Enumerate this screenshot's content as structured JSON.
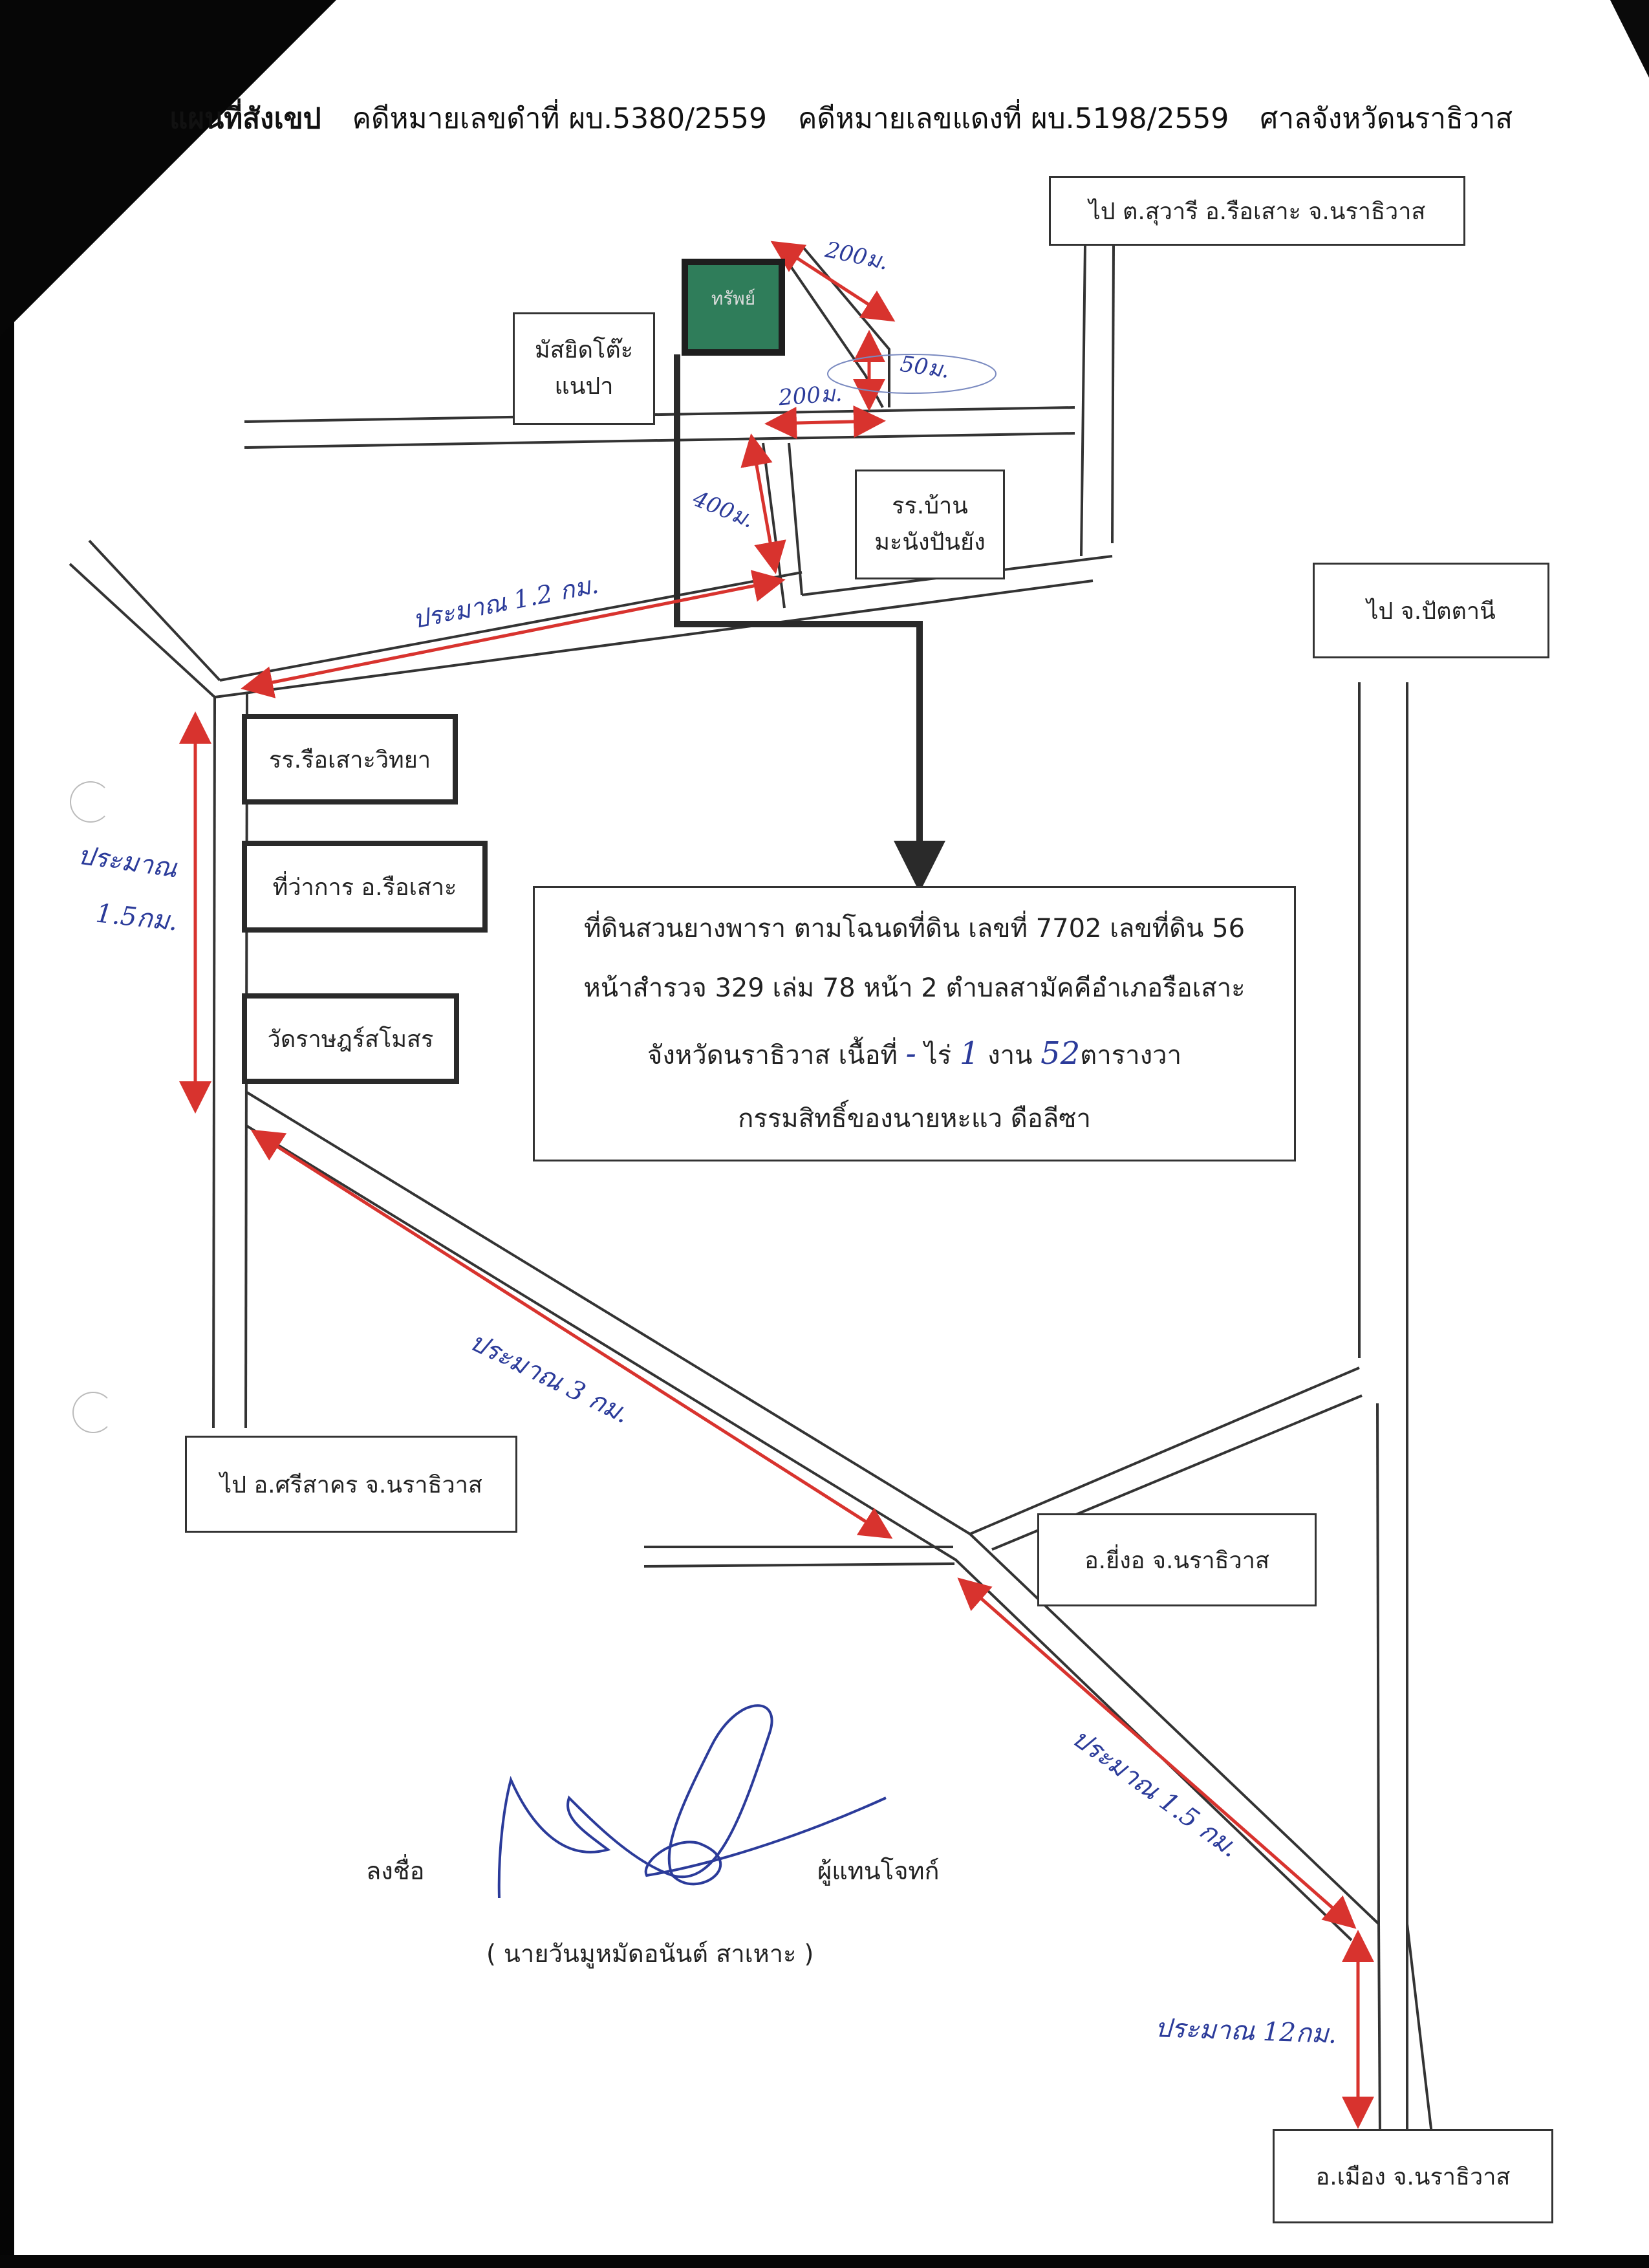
{
  "header": {
    "title": "แผนที่สังเขป",
    "black_case_no": "คดีหมายเลขดำที่ ผบ.5380/2559",
    "red_case_no": "คดีหมายเลขแดงที่ ผบ.5198/2559",
    "court": "ศาลจังหวัดนราธิวาส"
  },
  "destinations": {
    "top": "ไป ต.สุวารี อ.รือเสาะ จ.นราธิวาส",
    "right": "ไป จ.ปัตตานี",
    "left": "ไป อ.ศรีสาคร จ.นราธิวาส",
    "yingo": "อ.ยี่งอ จ.นราธิวาส",
    "mueang": "อ.เมือง จ.นราธิวาส"
  },
  "landmarks": {
    "mosque_line1": "มัสยิดโต๊ะ",
    "mosque_line2": "แนปา",
    "school_ban_line1": "รร.บ้าน",
    "school_ban_line2": "มะนังปันยัง",
    "school_rueso": "รร.รือเสาะวิทยา",
    "district_office": "ที่ว่าการ อ.รือเสาะ",
    "temple": "วัดราษฎร์สโมสร",
    "property": "ทรัพย์"
  },
  "deed": {
    "line1": "ที่ดินสวนยางพารา ตามโฉนดที่ดิน เลขที่ 7702 เลขที่ดิน 56",
    "line2": "หน้าสำรวจ 329 เล่ม 78 หน้า 2 ตำบลสามัคคีอำเภอรือเสาะ",
    "line3_prefix": "จังหวัดนราธิวาส",
    "area_label": "เนื้อที่",
    "rai_value": "-",
    "rai_label": "ไร่",
    "ngan_value": "1",
    "ngan_label": "งาน",
    "wa_value": "52",
    "wa_label": "ตารางวา",
    "line4": "กรรมสิทธิ์ของนายหะแว ดือลีซา"
  },
  "distances": {
    "d1": "200ม.",
    "d2": "50ม.",
    "d3": "200ม.",
    "d4": "400ม.",
    "d5": "ประมาณ 1.2 กม.",
    "d6_line1": "ประมาณ",
    "d6_line2": "1.5กม.",
    "d7": "ประมาณ 3 กม.",
    "d8": "ประมาณ 1.5 กม.",
    "d9": "ประมาณ 12กม."
  },
  "signature": {
    "label": "ลงชื่อ",
    "role": "ผู้แทนโจทก์",
    "name": "( นายวันมูหมัดอนันต์ สาเหาะ )"
  },
  "colors": {
    "road": "#333333",
    "arrow_red": "#d8332e",
    "property_green": "#2f7d5a",
    "ink_blue": "#2b3b9a"
  }
}
